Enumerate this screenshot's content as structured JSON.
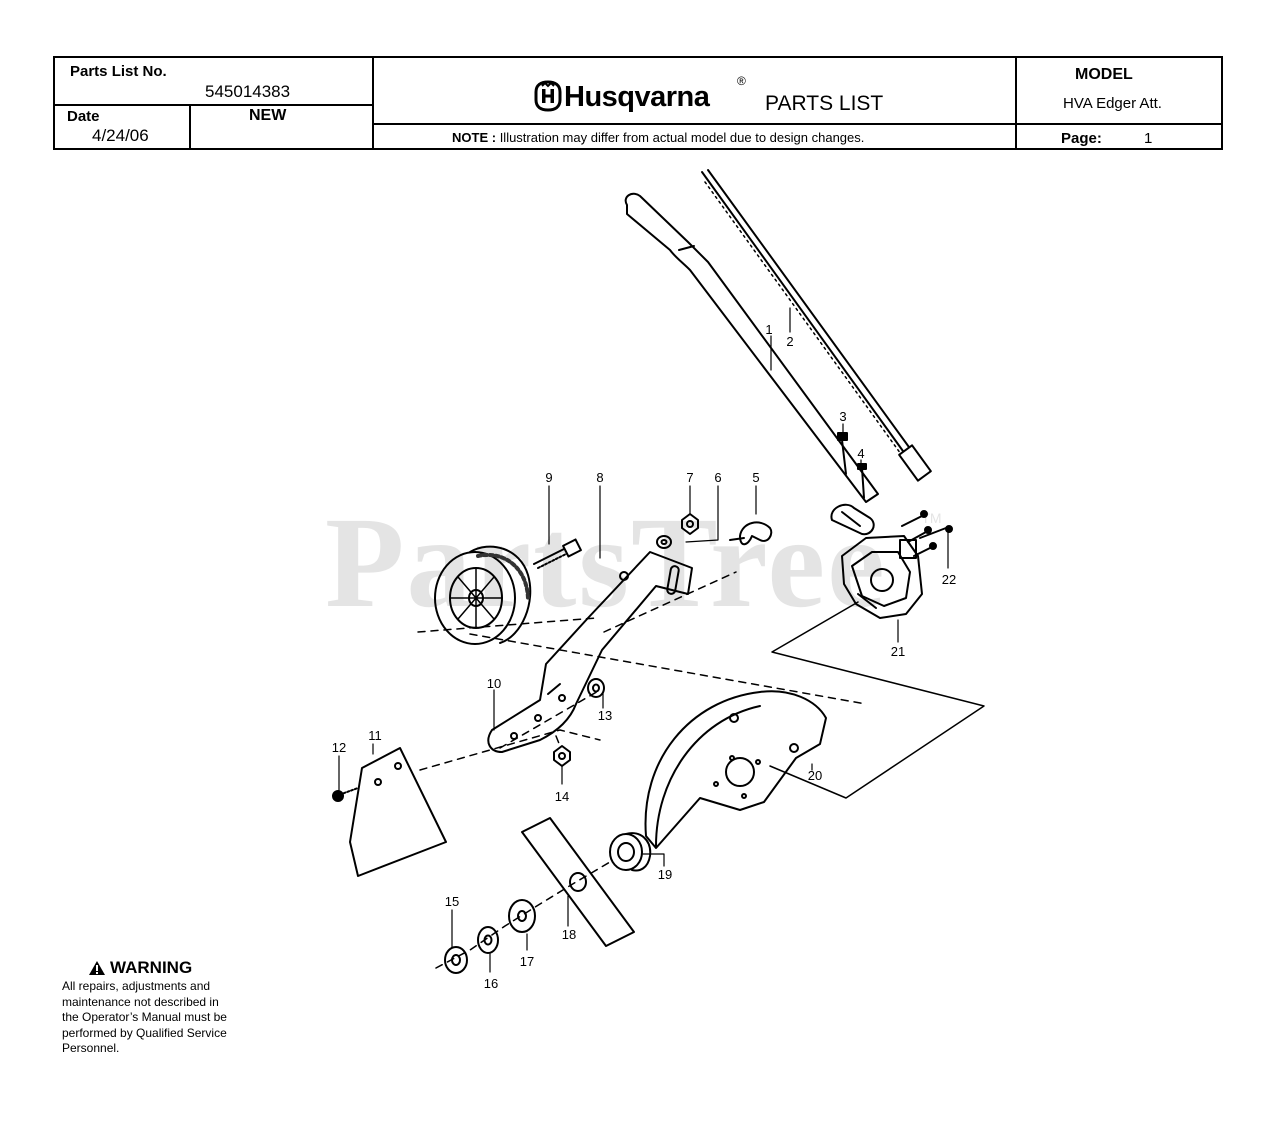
{
  "header": {
    "parts_list_no_label": "Parts List No.",
    "parts_list_no": "545014383",
    "date_label": "Date",
    "date": "4/24/06",
    "status": "NEW",
    "brand": "Husqvarna",
    "registered_mark": "®",
    "title": "PARTS LIST",
    "note_label": "NOTE :",
    "note_text": "Illustration may differ from actual model due to design changes.",
    "model_label": "MODEL",
    "model": "HVA Edger Att.",
    "page_label": "Page:",
    "page": "1"
  },
  "watermark": {
    "text": "PartsTree",
    "tm": "TM"
  },
  "warning": {
    "title": "WARNING",
    "lines": [
      "All repairs, adjustments and",
      "maintenance not described in",
      "the Operator’s Manual must be",
      "performed by Qualified Service",
      "Personnel."
    ]
  },
  "callouts": [
    "1",
    "2",
    "3",
    "4",
    "5",
    "6",
    "7",
    "8",
    "9",
    "10",
    "11",
    "12",
    "13",
    "14",
    "15",
    "16",
    "17",
    "18",
    "19",
    "20",
    "21",
    "22"
  ]
}
